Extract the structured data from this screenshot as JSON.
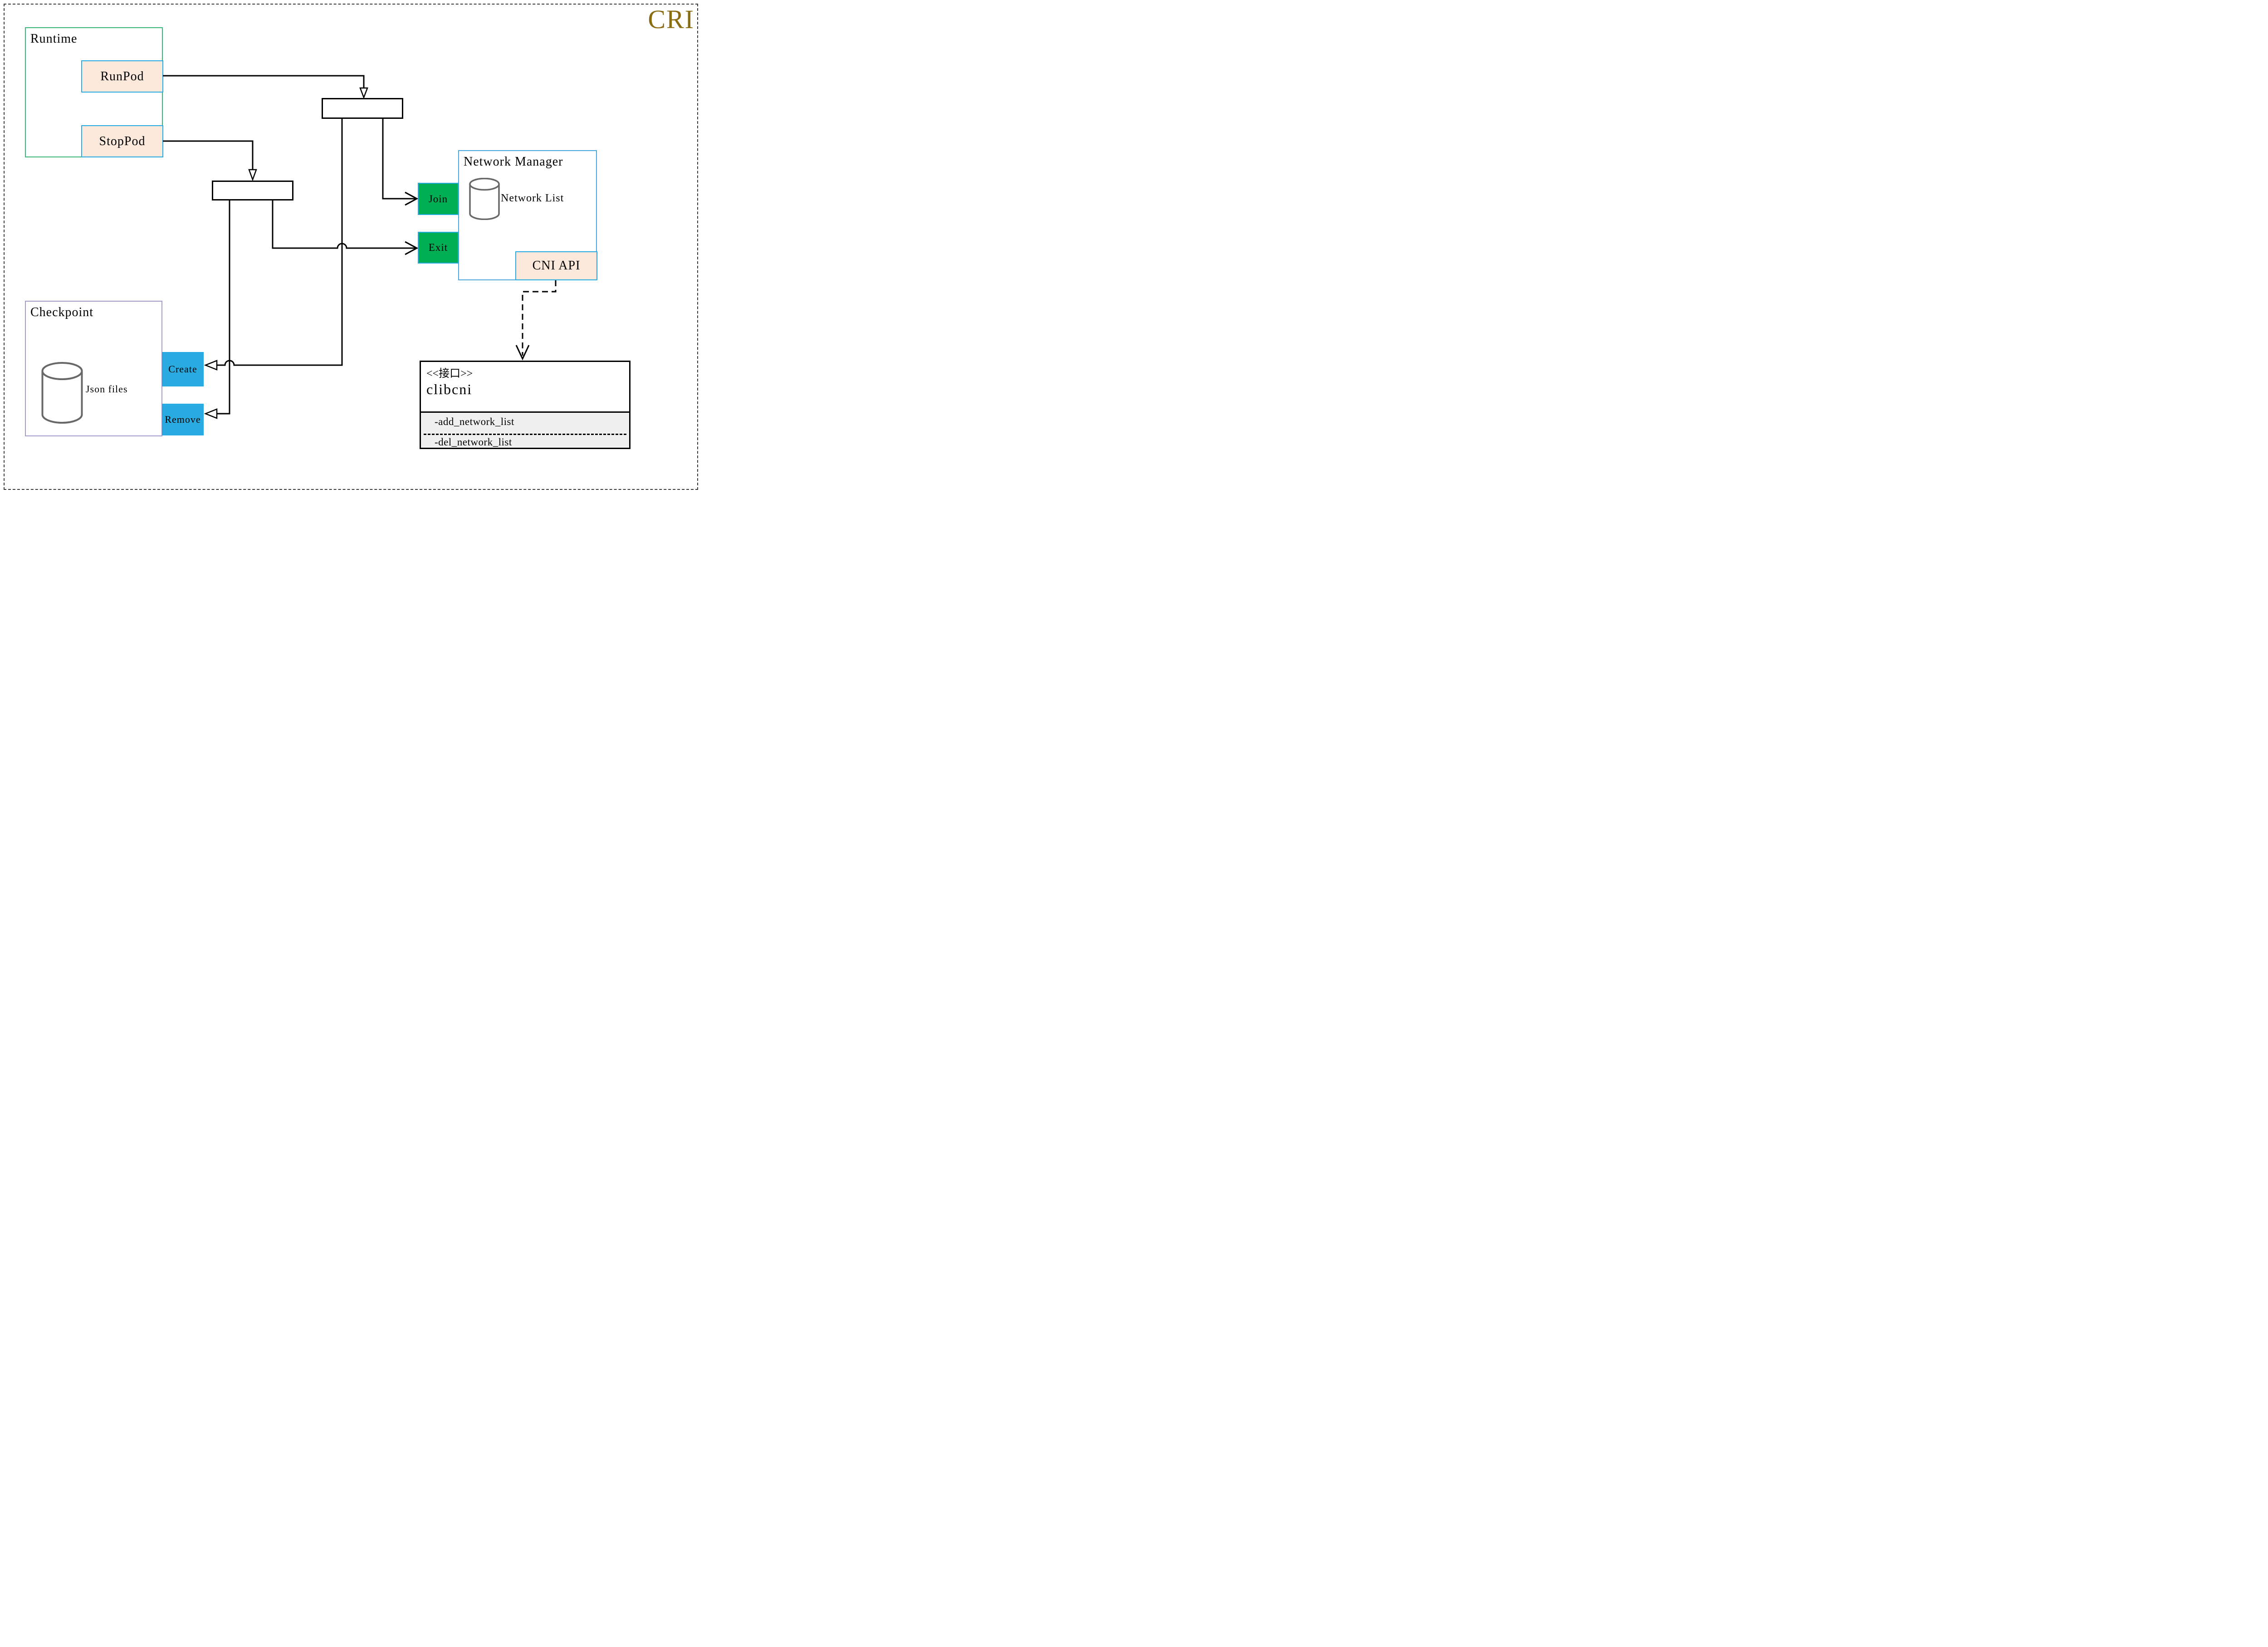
{
  "page": {
    "title": "CRI"
  },
  "colors": {
    "title_gold": "#8a6d10",
    "runtime_border_green": "#3bb878",
    "checkpoint_border_purple": "#a79bcb",
    "network_manager_border_blue": "#4fa8dd",
    "node_peach_fill": "#fce9dc",
    "node_cyan_border": "#29abe2",
    "action_green_fill": "#00ae54",
    "action_blue_fill": "#29abe2",
    "cylinder_gray": "#686868",
    "interface_section_gray": "#f0f0f0",
    "line_black": "#000000"
  },
  "runtime": {
    "label": "Runtime",
    "run_pod": "RunPod",
    "stop_pod": "StopPod"
  },
  "network_manager": {
    "label": "Network Manager",
    "network_list": "Network List",
    "join": "Join",
    "exit": "Exit",
    "cni_api": "CNI API"
  },
  "checkpoint": {
    "label": "Checkpoint",
    "json_files": "Json files",
    "create": "Create",
    "remove": "Remove"
  },
  "clibcni": {
    "stereotype": "<<接口>>",
    "name": "clibcni",
    "methods": [
      "-add_network_list",
      "-del_network_list"
    ]
  }
}
